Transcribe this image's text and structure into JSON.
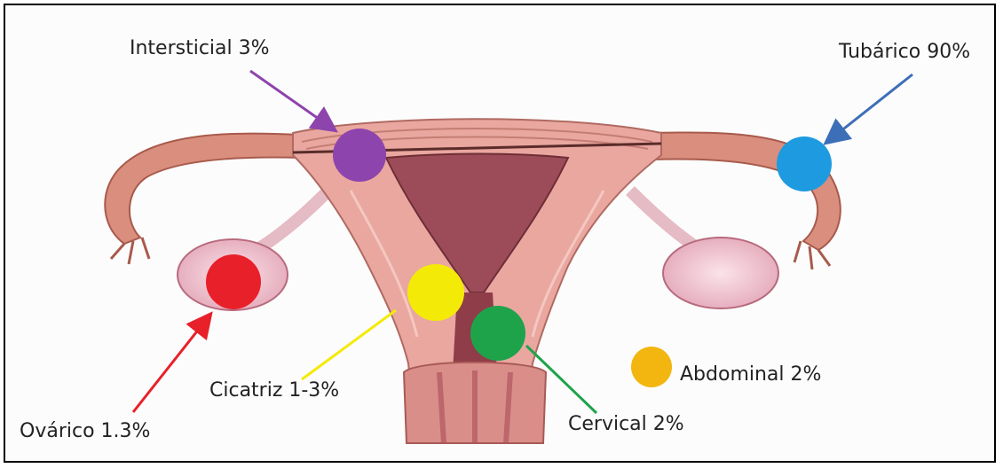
{
  "labels": {
    "intersticial": "Intersticial 3%",
    "tubarico": "Tubárico 90%",
    "ovarico": "Ovárico 1.3%",
    "cicatriz": "Cicatriz 1-3%",
    "cervical": "Cervical 2%",
    "abdominal": "Abdominal 2%"
  },
  "colors": {
    "intersticial": "#8e44ad",
    "tubarico": "#1e9be0",
    "ovarico": "#e8202a",
    "cicatriz": "#f4ea07",
    "cervical": "#1fa34a",
    "abdominal": "#f3b510",
    "tubarico_arrow": "#3d6fb8"
  }
}
